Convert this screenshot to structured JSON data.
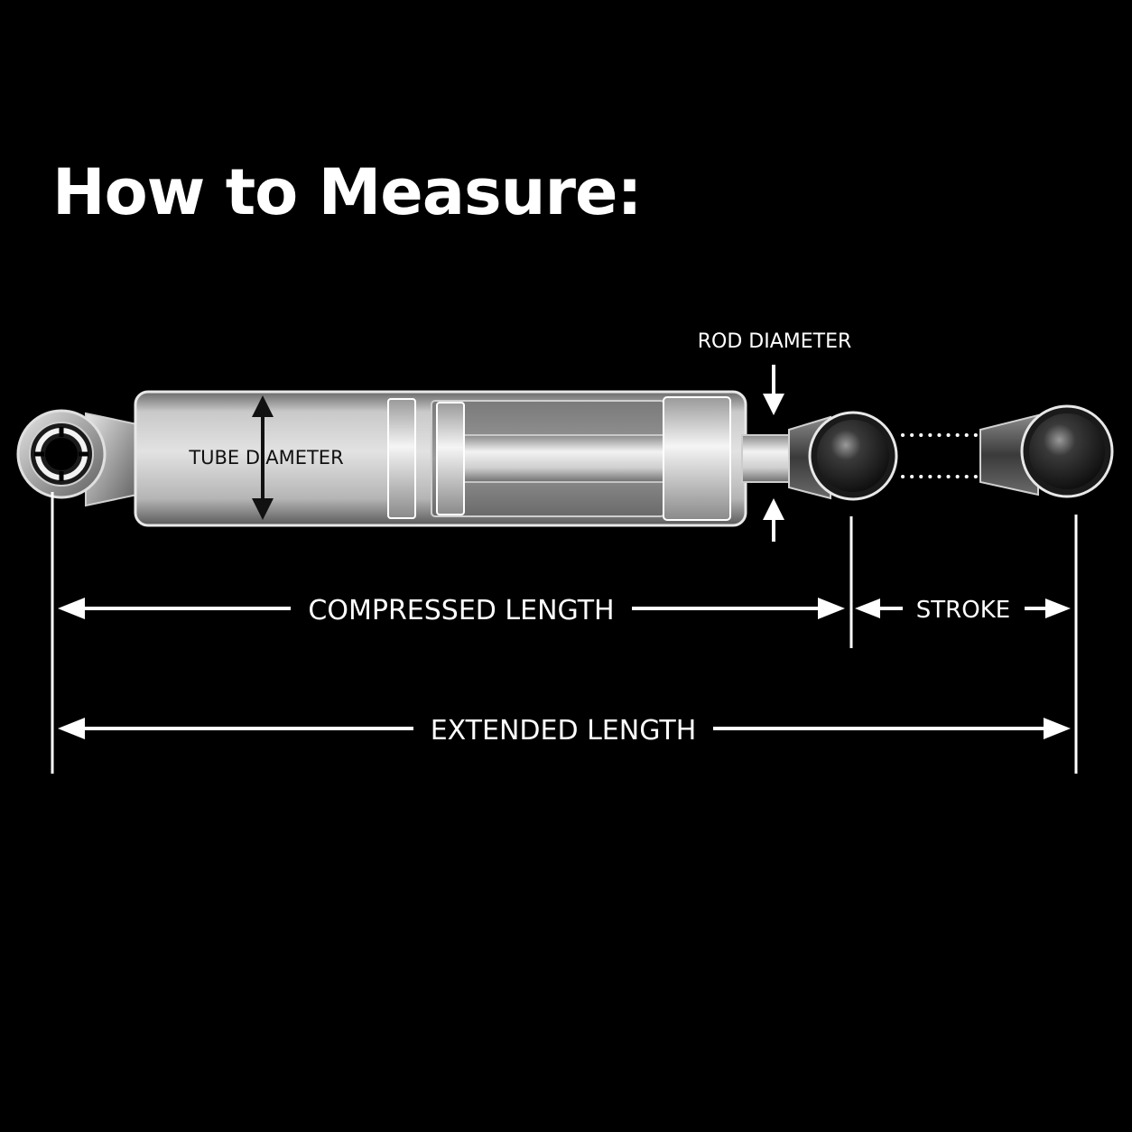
{
  "title": "How to Measure:",
  "labels": {
    "rod_diameter": "ROD DIAMETER",
    "tube_diameter": "TUBE DIAMETER",
    "compressed_length": "COMPRESSED LENGTH",
    "stroke": "STROKE",
    "extended_length": "EXTENDED LENGTH"
  },
  "colors": {
    "background": "#000000",
    "text": "#ffffff",
    "metal_light": "#d8d8d8",
    "metal_dark": "#555555"
  },
  "icons": {
    "arrow": "double-headed-arrow",
    "eyelet": "ring-eyelet",
    "ball": "ball-socket"
  }
}
